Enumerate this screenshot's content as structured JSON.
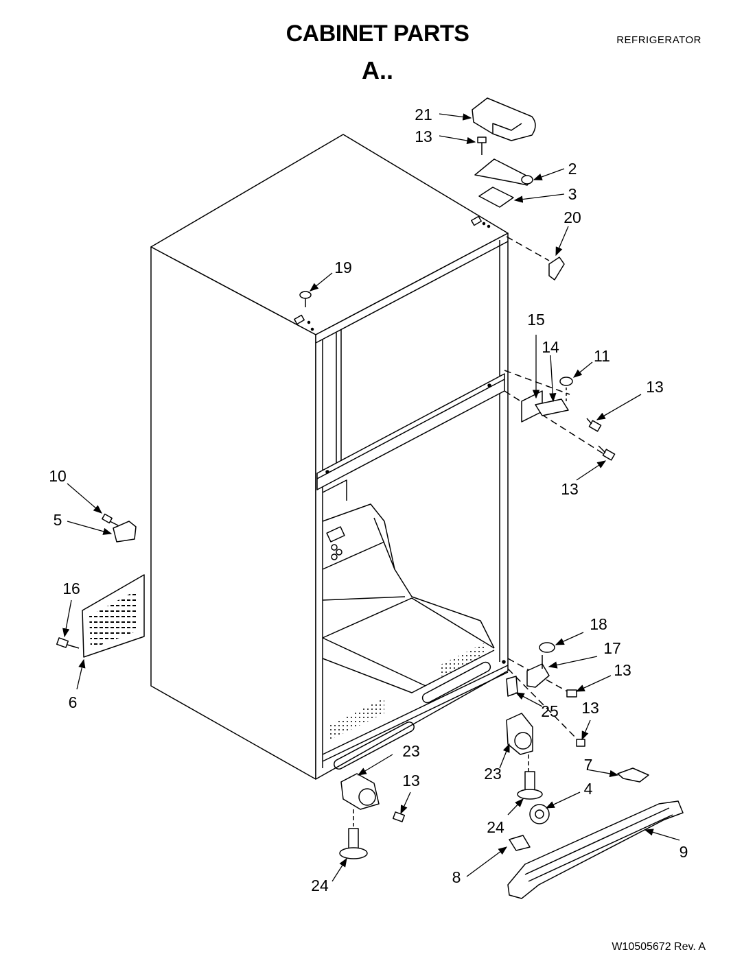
{
  "header": {
    "title": "CABINET PARTS",
    "subtitle": "A..",
    "category": "REFRIGERATOR"
  },
  "footer": {
    "doc_number": "W10505672 Rev. A"
  },
  "callouts": [
    {
      "id": "c21a",
      "label": "21"
    },
    {
      "id": "c13a",
      "label": "13"
    },
    {
      "id": "c2",
      "label": "2"
    },
    {
      "id": "c3",
      "label": "3"
    },
    {
      "id": "c20",
      "label": "20"
    },
    {
      "id": "c19",
      "label": "19"
    },
    {
      "id": "c15",
      "label": "15"
    },
    {
      "id": "c14",
      "label": "14"
    },
    {
      "id": "c11",
      "label": "11"
    },
    {
      "id": "c13b",
      "label": "13"
    },
    {
      "id": "c13c",
      "label": "13"
    },
    {
      "id": "c10",
      "label": "10"
    },
    {
      "id": "c5",
      "label": "5"
    },
    {
      "id": "c16",
      "label": "16"
    },
    {
      "id": "c6",
      "label": "6"
    },
    {
      "id": "c18",
      "label": "18"
    },
    {
      "id": "c17",
      "label": "17"
    },
    {
      "id": "c13d",
      "label": "13"
    },
    {
      "id": "c25",
      "label": "25"
    },
    {
      "id": "c13e",
      "label": "13"
    },
    {
      "id": "c23a",
      "label": "23"
    },
    {
      "id": "c23b",
      "label": "23"
    },
    {
      "id": "c13f",
      "label": "13"
    },
    {
      "id": "c7",
      "label": "7"
    },
    {
      "id": "c4",
      "label": "4"
    },
    {
      "id": "c24a",
      "label": "24"
    },
    {
      "id": "c24b",
      "label": "24"
    },
    {
      "id": "c8",
      "label": "8"
    },
    {
      "id": "c9",
      "label": "9"
    }
  ]
}
